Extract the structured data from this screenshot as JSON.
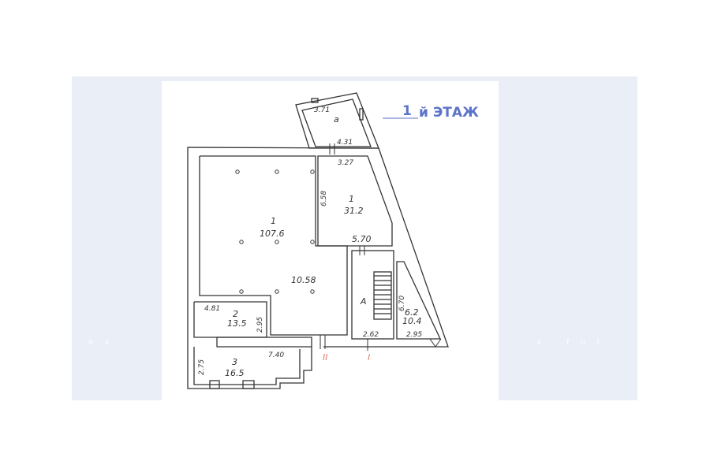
{
  "title": {
    "floor_number": "1",
    "suffix": "й ЭТАЖ"
  },
  "rooms": [
    {
      "id": "a",
      "label": "а"
    },
    {
      "id": "1a",
      "number": "1",
      "area": "107.6"
    },
    {
      "id": "1b",
      "number": "1",
      "area": "31.2"
    },
    {
      "id": "2",
      "number": "2",
      "area": "13.5"
    },
    {
      "id": "3",
      "number": "3",
      "area": "16.5"
    },
    {
      "id": "6",
      "number": "6.2",
      "area": "10.4"
    },
    {
      "id": "A",
      "label": "A"
    }
  ],
  "dimensions": {
    "d371": "3.71",
    "d431": "4.31",
    "d327": "3.27",
    "d658": "6.58",
    "d570": "5.70",
    "d1058": "10.58",
    "d481": "4.81",
    "d295a": "2.95",
    "d670": "6.70",
    "d262": "2.62",
    "d295b": "2.95",
    "d740": "7.40",
    "d275": "2.75"
  },
  "entrances": {
    "e2": "II",
    "e1": "I"
  },
  "watermark": {
    "left": "ex",
    "right": "x for"
  },
  "colors": {
    "panel": "#e9eef7",
    "title": "#5b73c9",
    "entrance": "#e07a6a"
  }
}
